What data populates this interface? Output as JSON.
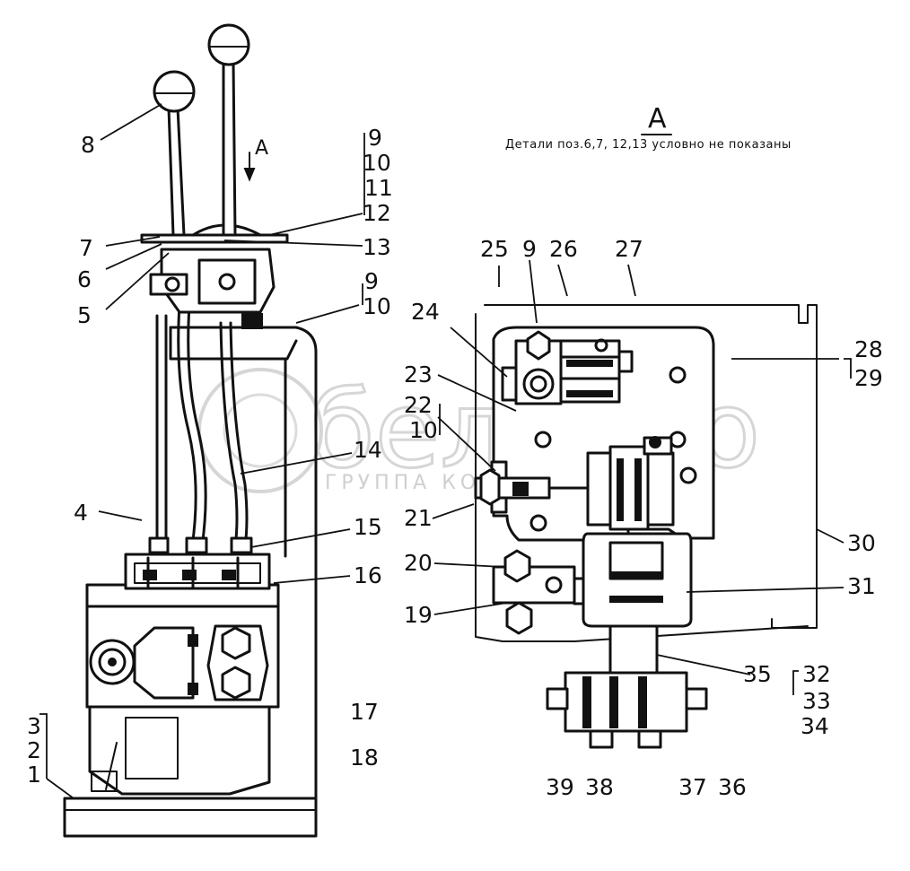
{
  "view_title": "А",
  "view_note": "Детали поз.6,7, 12,13 условно не показаны",
  "view_arrow_label": "А",
  "watermark": {
    "brand": "белагро",
    "tagline": "ГРУППА КОМПАНИЙ"
  },
  "callouts_left": {
    "c8": "8",
    "c7": "7",
    "c6": "6",
    "c5": "5",
    "c4": "4",
    "c9": "9",
    "c10": "10",
    "c11": "11",
    "c12": "12",
    "c13": "13",
    "c9b": "9",
    "c10b": "10",
    "c14": "14",
    "c15": "15",
    "c16": "16",
    "c17": "17",
    "c18": "18",
    "c3": "3",
    "c2": "2",
    "c1": "1"
  },
  "callouts_right": {
    "c25": "25",
    "c9": "9",
    "c26": "26",
    "c27": "27",
    "c24": "24",
    "c23": "23",
    "c22": "22",
    "c10": "10",
    "c21": "21",
    "c20": "20",
    "c19": "19",
    "c28": "28",
    "c29": "29",
    "c30": "30",
    "c31": "31",
    "c35": "35",
    "c32": "32",
    "c33": "33",
    "c34": "34",
    "c39": "39",
    "c38": "38",
    "c37": "37",
    "c36": "36"
  }
}
